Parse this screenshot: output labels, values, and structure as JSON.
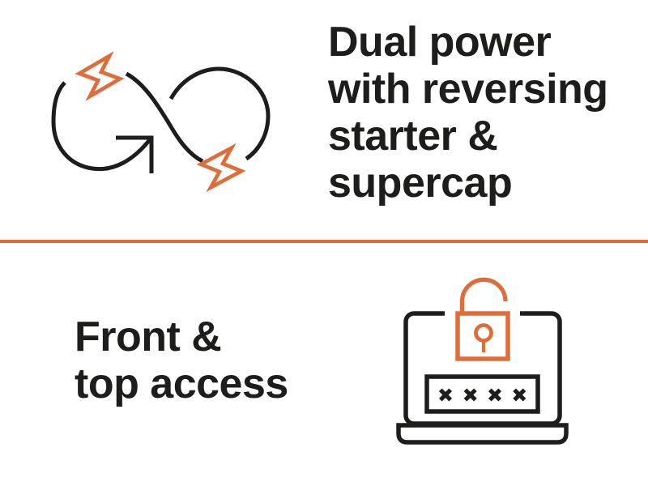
{
  "page": {
    "type": "product-feature-infographic",
    "background_color": "#ffffff",
    "text_color": "#1d1d1b",
    "accent_color": "#e06c3a",
    "divider_color": "#dd6b3b"
  },
  "sections": {
    "top": {
      "heading": "Dual power\nwith reversing\nstarter &\nsupercap",
      "icon": "infinity-loop-with-lightning-bolts-and-arrow-icon"
    },
    "bottom": {
      "heading": "Front &\ntop access",
      "icon": "laptop-with-open-padlock-and-password-icon",
      "password_mask_count": 4
    }
  },
  "icons": [
    {
      "name": "infinity-loop-icon",
      "color": "#1d1d1b"
    },
    {
      "name": "lightning-bolt-icon",
      "count": 2,
      "color": "#e06c3a"
    },
    {
      "name": "arrow-up-right-icon",
      "color": "#1d1d1b"
    },
    {
      "name": "laptop-icon",
      "color": "#1d1d1b"
    },
    {
      "name": "open-padlock-icon",
      "color": "#e06c3a"
    },
    {
      "name": "keyhole-icon",
      "color": "#e06c3a"
    },
    {
      "name": "password-field-icon",
      "color": "#1d1d1b"
    }
  ]
}
